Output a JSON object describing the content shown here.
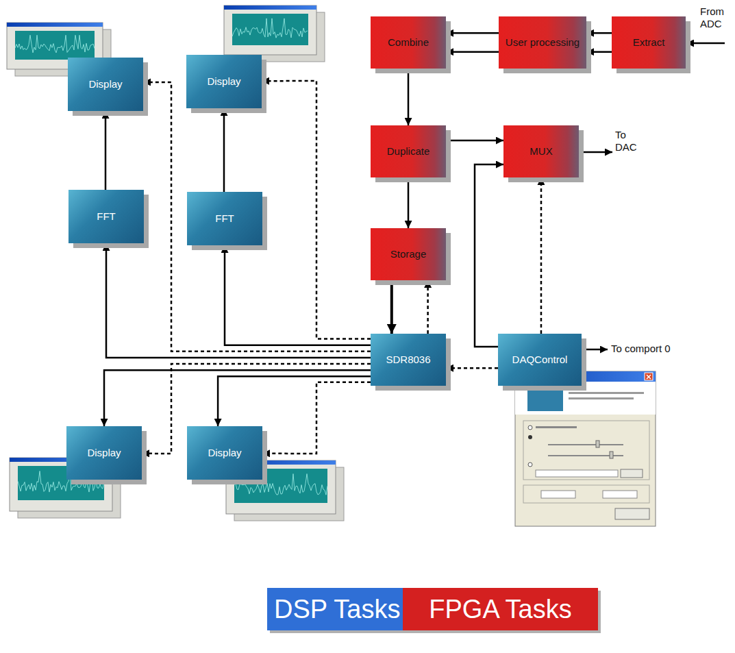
{
  "diagram": {
    "nodes": [
      {
        "text": [
          "Combine"
        ]
      },
      {
        "text": [
          "User processing"
        ]
      },
      {
        "text": [
          "Extract"
        ]
      },
      {
        "text": [
          "Display"
        ]
      },
      {
        "text": [
          "Display"
        ]
      },
      {
        "text": [
          "Duplicate"
        ]
      },
      {
        "text": [
          "MUX"
        ]
      },
      {
        "text": [
          "FFT"
        ]
      },
      {
        "text": [
          "FFT"
        ]
      },
      {
        "text": [
          "Storage"
        ]
      },
      {
        "text": [
          "SDR8036"
        ]
      },
      {
        "text": [
          "DAQControl"
        ]
      },
      {
        "text": [
          "Display"
        ]
      },
      {
        "text": [
          "Display"
        ]
      }
    ],
    "edges": [
      {
        "from": 2,
        "to": 1,
        "arrow": "to"
      },
      {
        "from": 2,
        "to": 1,
        "arrow": "to"
      },
      {
        "from": 1,
        "to": 0,
        "arrow": "to"
      },
      {
        "from": 1,
        "to": 0,
        "arrow": "to"
      },
      {
        "from": 0,
        "to": 5,
        "arrow": "to"
      },
      {
        "from": 5,
        "to": 6,
        "arrow": "to"
      },
      {
        "from": 5,
        "to": 9,
        "arrow": "to"
      },
      {
        "from": 9,
        "to": 10,
        "arrow": "to"
      },
      {
        "from": 10,
        "to": 9,
        "arrow": "to"
      },
      {
        "from": 11,
        "to": 6,
        "arrow": "to"
      },
      {
        "from": 11,
        "to": 6,
        "arrow": "to"
      },
      {
        "from": 11,
        "to": 10,
        "arrow": "to"
      },
      {
        "from": 7,
        "to": 3,
        "arrow": "to"
      },
      {
        "from": 8,
        "to": 4,
        "arrow": "to"
      },
      {
        "from": 10,
        "to": 7,
        "arrow": "to"
      },
      {
        "from": 10,
        "to": 8,
        "arrow": "to"
      },
      {
        "from": 10,
        "to": 12,
        "arrow": "to"
      },
      {
        "from": 10,
        "to": 13,
        "arrow": "to"
      },
      {
        "from": 10,
        "to": 3,
        "arrow": "to"
      },
      {
        "from": 10,
        "to": 4,
        "arrow": "to"
      },
      {
        "from": 10,
        "to": 12,
        "arrow": "to"
      },
      {
        "from": 10,
        "to": 13,
        "arrow": "to"
      }
    ],
    "labels": [
      "From ADC",
      "To DAC",
      "To comport 0"
    ],
    "legend": [
      {
        "text": "DSP Tasks",
        "color": "#2f6fd6"
      },
      {
        "text": "FPGA Tasks",
        "color": "#d42020"
      }
    ]
  }
}
